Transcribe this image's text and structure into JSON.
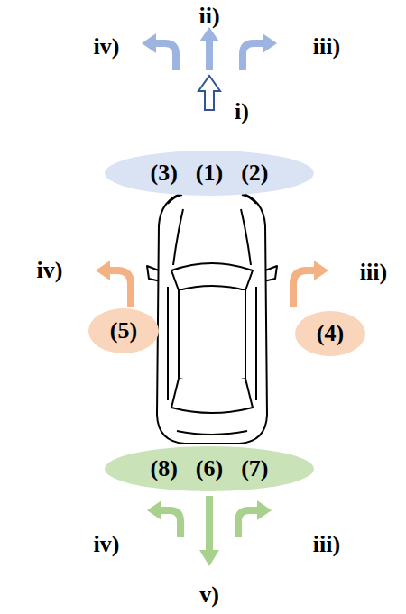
{
  "diagram": {
    "nodes": [
      {
        "text": [
          "(3)",
          "(1)",
          "(2)"
        ]
      },
      {
        "text": [
          "(5)"
        ]
      },
      {
        "text": [
          "(4)"
        ]
      },
      {
        "text": [
          "(8)",
          "(6)",
          "(7)"
        ]
      }
    ],
    "labels": [
      "ii)",
      "iv)",
      "iii)",
      "i)",
      "iv)",
      "iii)",
      "iv)",
      "iii)",
      "v)"
    ]
  }
}
